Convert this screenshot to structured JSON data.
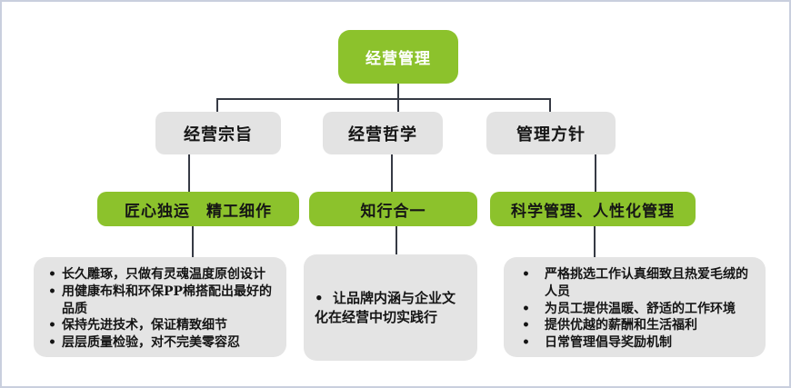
{
  "diagram": {
    "root": {
      "label": "经营管理"
    },
    "level2": [
      {
        "label": "经营宗旨"
      },
      {
        "label": "经营哲学"
      },
      {
        "label": "管理方针"
      }
    ],
    "level3": [
      {
        "label": "匠心独运　精工细作"
      },
      {
        "label": "知行合一"
      },
      {
        "label": "科学管理、人性化管理"
      }
    ],
    "details": [
      {
        "bullets": [
          "长久雕琢，只做有灵魂温度原创设计",
          "用健康布料和环保PP棉搭配出最好的品质",
          "保持先进技术，保证精致细节",
          "层层质量检验，对不完美零容忍"
        ]
      },
      {
        "bullets": [
          "让品牌内涵与企业文化在经营中切实践行"
        ]
      },
      {
        "bullets": [
          "严格挑选工作认真细致且热爱毛绒的人员",
          "为员工提供温暖、舒适的工作环境",
          "提供优越的薪酬和生活福利",
          "日常管理倡导奖励机制"
        ]
      }
    ],
    "colors": {
      "accent_green": "#8cc22c",
      "node_gray": "#e3e3e3",
      "connector": "#363a44",
      "frame_border": "#c9cfde"
    }
  }
}
